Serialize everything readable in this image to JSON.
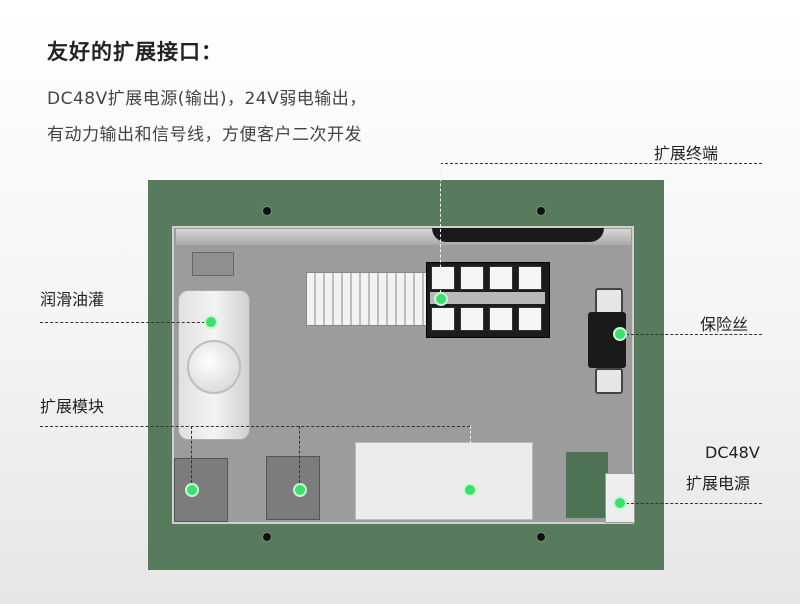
{
  "heading": {
    "title": "友好的扩展接口：",
    "line1": "DC48V扩展电源(输出)，24V弱电输出，",
    "line2": "有动力输出和信号线，方便客户二次开发"
  },
  "callouts": {
    "terminal": "扩展终端",
    "oil": "润滑油灌",
    "module": "扩展模块",
    "fuse": "保险丝",
    "power_line1": "DC48V",
    "power_line2": "扩展电源"
  },
  "colors": {
    "cabinet": "#587a5d",
    "panel": "#9c9c9c",
    "marker": "#39e06a"
  }
}
